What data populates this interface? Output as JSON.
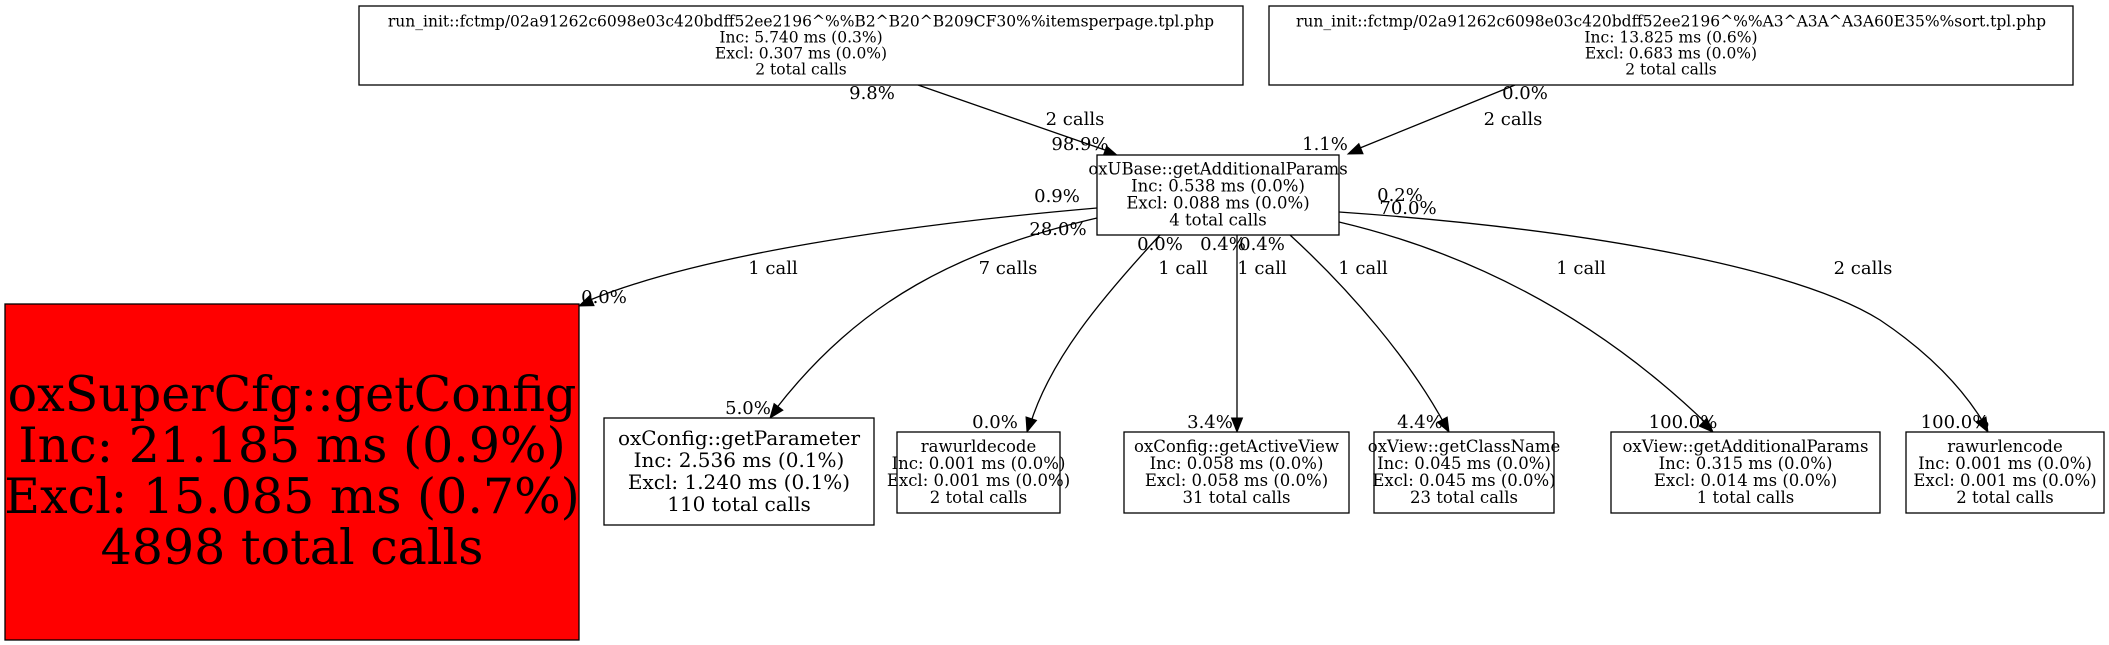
{
  "graph": {
    "type": "call-graph",
    "highlight_color": "#ff0000",
    "nodes": [
      {
        "id": "tpl_itemsperpage",
        "lines": [
          "run_init::fctmp/02a91262c6098e03c420bdff52ee2196^%%B2^B20^B209CF30%%itemsperpage.tpl.php",
          "Inc: 5.740 ms (0.3%)",
          "Excl: 0.307 ms (0.0%)",
          "2 total calls"
        ]
      },
      {
        "id": "tpl_sort",
        "lines": [
          "run_init::fctmp/02a91262c6098e03c420bdff52ee2196^%%A3^A3A^A3A60E35%%sort.tpl.php",
          "Inc: 13.825 ms (0.6%)",
          "Excl: 0.683 ms (0.0%)",
          "2 total calls"
        ]
      },
      {
        "id": "getAdditionalParams_base",
        "lines": [
          "oxUBase::getAdditionalParams",
          "Inc: 0.538 ms (0.0%)",
          "Excl: 0.088 ms (0.0%)",
          "4 total calls"
        ]
      },
      {
        "id": "getConfig",
        "lines": [
          "oxSuperCfg::getConfig",
          "Inc: 21.185 ms (0.9%)",
          "Excl: 15.085 ms (0.7%)",
          "4898 total calls"
        ]
      },
      {
        "id": "getParameter",
        "lines": [
          "oxConfig::getParameter",
          "Inc: 2.536 ms (0.1%)",
          "Excl: 1.240 ms (0.1%)",
          "110 total calls"
        ]
      },
      {
        "id": "rawurldecode",
        "lines": [
          "rawurldecode",
          "Inc: 0.001 ms (0.0%)",
          "Excl: 0.001 ms (0.0%)",
          "2 total calls"
        ]
      },
      {
        "id": "getActiveView",
        "lines": [
          "oxConfig::getActiveView",
          "Inc: 0.058 ms (0.0%)",
          "Excl: 0.058 ms (0.0%)",
          "31 total calls"
        ]
      },
      {
        "id": "getClassName",
        "lines": [
          "oxView::getClassName",
          "Inc: 0.045 ms (0.0%)",
          "Excl: 0.045 ms (0.0%)",
          "23 total calls"
        ]
      },
      {
        "id": "getAdditionalParams_view",
        "lines": [
          "oxView::getAdditionalParams",
          "Inc: 0.315 ms (0.0%)",
          "Excl: 0.014 ms (0.0%)",
          "1 total calls"
        ]
      },
      {
        "id": "rawurlencode",
        "lines": [
          "rawurlencode",
          "Inc: 0.001 ms (0.0%)",
          "Excl: 0.001 ms (0.0%)",
          "2 total calls"
        ]
      }
    ],
    "edges": [
      {
        "from": "tpl_itemsperpage",
        "to": "getAdditionalParams_base",
        "calls": "2 calls",
        "tail_pct": "9.8%",
        "head_pct": "98.9%"
      },
      {
        "from": "tpl_sort",
        "to": "getAdditionalParams_base",
        "calls": "2 calls",
        "tail_pct": "0.0%",
        "head_pct": "1.1%"
      },
      {
        "from": "getAdditionalParams_base",
        "to": "getConfig",
        "calls": "1 call",
        "tail_pct": "0.9%",
        "head_pct": "0.0%"
      },
      {
        "from": "getAdditionalParams_base",
        "to": "getParameter",
        "calls": "7 calls",
        "tail_pct": "28.0%",
        "head_pct": "5.0%"
      },
      {
        "from": "getAdditionalParams_base",
        "to": "rawurldecode",
        "calls": "1 call",
        "tail_pct": "0.0%",
        "head_pct": "0.0%"
      },
      {
        "from": "getAdditionalParams_base",
        "to": "getActiveView",
        "calls": "1 call",
        "tail_pct": "0.4%",
        "head_pct": "3.4%"
      },
      {
        "from": "getAdditionalParams_base",
        "to": "getClassName",
        "calls": "1 call",
        "tail_pct": "0.4%",
        "head_pct": "4.4%"
      },
      {
        "from": "getAdditionalParams_base",
        "to": "getAdditionalParams_view",
        "calls": "1 call",
        "tail_pct": "70.0%",
        "head_pct": "100.0%"
      },
      {
        "from": "getAdditionalParams_base",
        "to": "rawurlencode",
        "calls": "2 calls",
        "tail_pct": "0.2%",
        "head_pct": "100.0%"
      }
    ]
  }
}
